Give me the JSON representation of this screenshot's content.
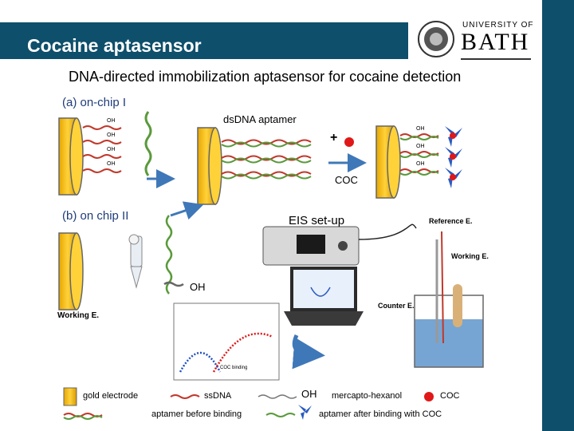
{
  "header": {
    "title": "Cocaine aptasensor",
    "logo_top": "UNIVERSITY OF",
    "logo_main": "BATH"
  },
  "subtitle": "DNA-directed immobilization aptasensor for cocaine detection",
  "sections": {
    "a": "(a) on-chip I",
    "b": "(b) on chip II"
  },
  "labels": {
    "dsdna_aptamer": "dsDNA aptamer",
    "plus": "+",
    "coc": "COC",
    "oh": "OH",
    "eis_setup": "EIS set-up",
    "reference_e": "Reference E.",
    "working_e": "Working E.",
    "counter_e": "Counter E.",
    "working_e_left": "Working E.",
    "coc_binding": "COC binding"
  },
  "legend": {
    "gold_electrode": "gold electrode",
    "ssdna": "ssDNA",
    "mercapto_hexanol": "mercapto-hexanol",
    "coc": "COC",
    "aptamer_before": "aptamer before binding",
    "aptamer_after": "aptamer after binding with COC"
  },
  "colors": {
    "header_bg": "#0e4f6b",
    "gold": "#f2b705",
    "strand_red": "#c0392b",
    "strand_green": "#5a9a3c",
    "aptamer_blue": "#2a5bbf",
    "coc_red": "#e01818",
    "arrow_blue": "#3f78b8"
  }
}
